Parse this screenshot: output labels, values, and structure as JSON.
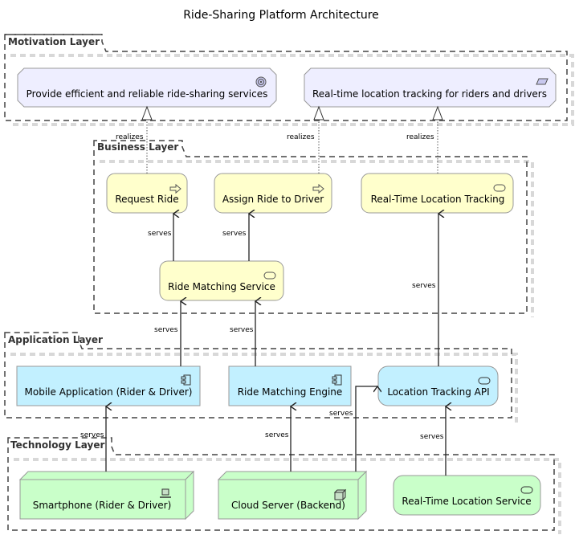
{
  "title": "Ride-Sharing Platform Architecture",
  "colors": {
    "motivation_fill": "#EEEEFF",
    "business_fill": "#FFFFCC",
    "application_fill": "#C2F0FF",
    "technology_fill": "#C9FFC9",
    "border": "#999999",
    "edge": "#222222"
  },
  "layers": {
    "motivation": {
      "label": "Motivation Layer",
      "elements": [
        {
          "label": "Provide efficient and reliable ride-sharing services",
          "icon": "goal-icon"
        },
        {
          "label": "Real-time location tracking for riders and drivers",
          "icon": "requirement-icon"
        }
      ]
    },
    "business": {
      "label": "Business Layer",
      "elements": [
        {
          "label": "Request Ride",
          "icon": "process-icon"
        },
        {
          "label": "Assign Ride to Driver",
          "icon": "process-icon"
        },
        {
          "label": "Real-Time Location Tracking",
          "icon": "service-icon"
        },
        {
          "label": "Ride Matching Service",
          "icon": "service-icon"
        }
      ]
    },
    "application": {
      "label": "Application Layer",
      "elements": [
        {
          "label": "Mobile Application (Rider & Driver)",
          "icon": "component-icon"
        },
        {
          "label": "Ride Matching Engine",
          "icon": "component-icon"
        },
        {
          "label": "Location Tracking API",
          "icon": "service-icon"
        }
      ]
    },
    "technology": {
      "label": "Technology Layer",
      "elements": [
        {
          "label": "Smartphone (Rider & Driver)",
          "icon": "device-icon"
        },
        {
          "label": "Cloud Server (Backend)",
          "icon": "node-icon"
        },
        {
          "label": "Real-Time Location Service",
          "icon": "service-icon"
        }
      ]
    }
  },
  "relations": [
    {
      "from": "Request Ride",
      "to": "Provide efficient and reliable ride-sharing services",
      "label": "realizes"
    },
    {
      "from": "Assign Ride to Driver",
      "to": "Real-time location tracking for riders and drivers",
      "label": "realizes"
    },
    {
      "from": "Real-Time Location Tracking",
      "to": "Real-time location tracking for riders and drivers",
      "label": "realizes"
    },
    {
      "from": "Ride Matching Service",
      "to": "Request Ride",
      "label": "serves"
    },
    {
      "from": "Ride Matching Service",
      "to": "Assign Ride to Driver",
      "label": "serves"
    },
    {
      "from": "Mobile Application (Rider & Driver)",
      "to": "Ride Matching Service",
      "label": "serves"
    },
    {
      "from": "Ride Matching Engine",
      "to": "Ride Matching Service",
      "label": "serves"
    },
    {
      "from": "Location Tracking API",
      "to": "Real-Time Location Tracking",
      "label": "serves"
    },
    {
      "from": "Smartphone (Rider & Driver)",
      "to": "Mobile Application (Rider & Driver)",
      "label": "serves"
    },
    {
      "from": "Cloud Server (Backend)",
      "to": "Ride Matching Engine",
      "label": "serves"
    },
    {
      "from": "Cloud Server (Backend)",
      "to": "Location Tracking API",
      "label": "serves"
    },
    {
      "from": "Real-Time Location Service",
      "to": "Location Tracking API",
      "label": "serves"
    }
  ]
}
